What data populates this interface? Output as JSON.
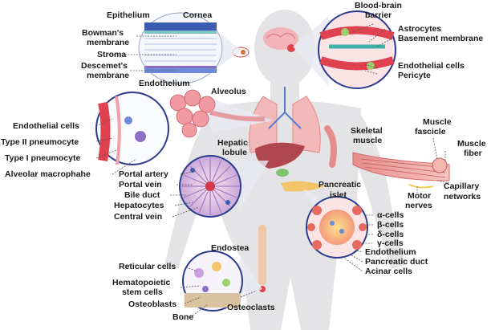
{
  "labels": {
    "epithelium": "Epithelium",
    "cornea": "Cornea",
    "bowmans_1": "Bowman's",
    "bowmans_2": "membrane",
    "stroma": "Stroma",
    "descemets_1": "Descemet's",
    "descemets_2": "membrane",
    "endothelium_eye": "Endothelium",
    "alveolus": "Alveolus",
    "bbb_1": "Blood-brain",
    "bbb_2": "barrier",
    "astrocytes": "Astrocytes",
    "basement_membrane": "Basement membrane",
    "endothelial_cells_brain": "Endothelial cells",
    "pericyte": "Pericyte",
    "endothelial_cells_lung": "Endothelial cells",
    "type2": "Type II pneumocyte",
    "type1": "Type I pneumocyte",
    "alveolar_macrophage": "Alveolar macrophahe",
    "hepatic_1": "Hepatic",
    "hepatic_2": "lobule",
    "portal_artery": "Portal artery",
    "portal_vein": "Portal vein",
    "bile_duct": "Bile duct",
    "hepatocytes": "Hepatocytes",
    "central_vein": "Central vein",
    "skeletal_1": "Skeletal",
    "skeletal_2": "muscle",
    "muscle_fascicle_1": "Muscle",
    "muscle_fascicle_2": "fascicle",
    "muscle_fiber_1": "Muscle",
    "muscle_fiber_2": "fiber",
    "motor_nerves_1": "Motor",
    "motor_nerves_2": "nerves",
    "capillary_1": "Capillary",
    "capillary_2": "networks",
    "pancreatic_1": "Pancreatic",
    "pancreatic_2": "islet",
    "alpha_cells": "α-cells",
    "beta_cells": "β-cells",
    "delta_cells": "δ-cells",
    "gamma_cells": "γ-cells",
    "endothelium_panc": "Endothelium",
    "pancreatic_duct": "Pancreatic duct",
    "acinar_cells": "Acinar cells",
    "endostea": "Endostea",
    "reticular_cells": "Reticular cells",
    "hsc_1": "Hematopoietic",
    "hsc_2": "stem cells",
    "osteoblasts": "Osteoblasts",
    "osteoclasts": "Osteoclasts",
    "bone": "Bone"
  },
  "colors": {
    "body_silhouette": "#e4e4e6",
    "organ_red": "#e0414f",
    "organ_pink": "#f2a0a8",
    "tissue_blue": "#3b5bb5",
    "tissue_yellow": "#f5d547",
    "circle_outline": "#2a3b8f",
    "line_color": "#555555"
  }
}
